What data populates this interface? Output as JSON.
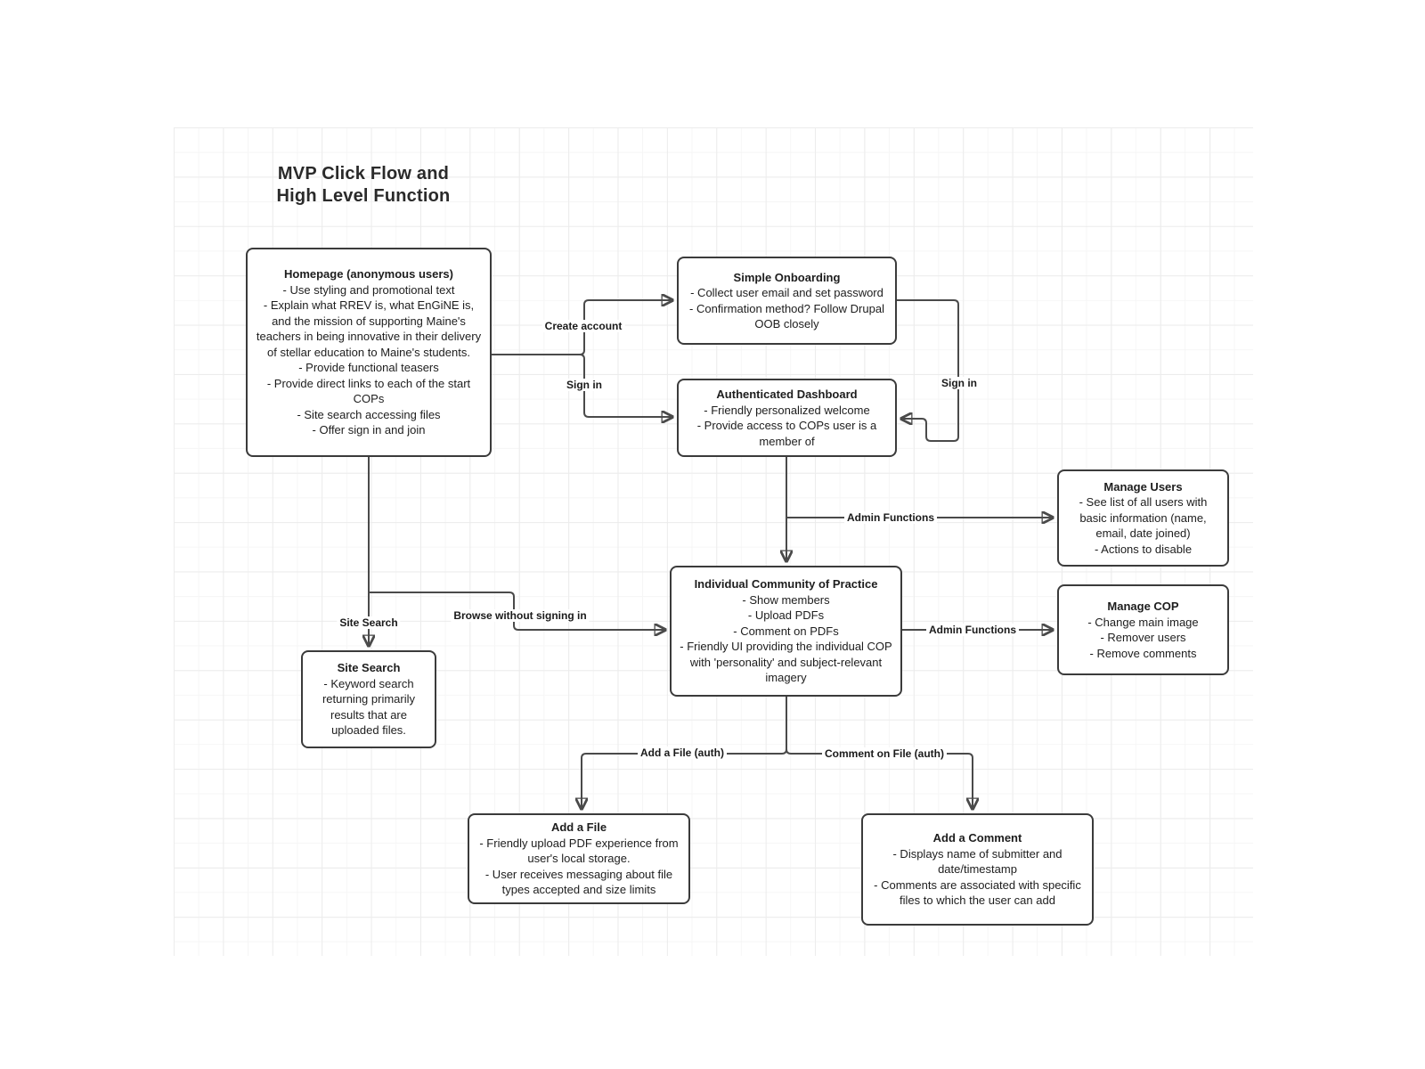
{
  "title": {
    "line1": "MVP Click Flow and",
    "line2": "High Level Function"
  },
  "boxes": {
    "homepage": {
      "title": "Homepage (anonymous users)",
      "items": [
        "- Use styling and promotional text",
        "- Explain what RREV is, what EnGiNE is, and the mission of supporting Maine's teachers in being innovative in their delivery of stellar education to Maine's students.",
        "- Provide functional teasers",
        "- Provide direct links to each of the start COPs",
        "- Site search accessing files",
        "- Offer sign in and join"
      ]
    },
    "onboarding": {
      "title": "Simple Onboarding",
      "items": [
        "- Collect user email and set password",
        "- Confirmation method? Follow Drupal OOB closely"
      ]
    },
    "dashboard": {
      "title": "Authenticated Dashboard",
      "items": [
        "- Friendly personalized welcome",
        "- Provide access to COPs user is a member of"
      ]
    },
    "manage_users": {
      "title": "Manage Users",
      "items": [
        "- See list of all users with basic information (name, email, date joined)",
        "- Actions to disable"
      ]
    },
    "cop": {
      "title": "Individual Community of Practice",
      "items": [
        "- Show members",
        "- Upload PDFs",
        "- Comment on PDFs",
        "- Friendly UI providing the individual COP with 'personality' and subject-relevant imagery"
      ]
    },
    "manage_cop": {
      "title": "Manage COP",
      "items": [
        "- Change main image",
        "- Remover users",
        "- Remove comments"
      ]
    },
    "site_search": {
      "title": "Site Search",
      "items": [
        "- Keyword search returning primarily results that are uploaded files."
      ]
    },
    "add_file": {
      "title": "Add a File",
      "items": [
        "- Friendly upload PDF experience from user's local storage.",
        "- User receives messaging about file types accepted and size limits"
      ]
    },
    "add_comment": {
      "title": "Add a Comment",
      "items": [
        "- Displays name of submitter and date/timestamp",
        "- Comments are associated with specific files to which the user can add"
      ]
    }
  },
  "edge_labels": {
    "create_account": "Create account",
    "sign_in_left": "Sign in",
    "sign_in_right": "Sign in",
    "admin_functions_upper": "Admin Functions",
    "admin_functions_lower": "Admin Functions",
    "site_search": "Site Search",
    "browse": "Browse without signing in",
    "add_file_auth": "Add a File (auth)",
    "comment_on_file_auth": "Comment on File (auth)"
  },
  "colors": {
    "box_border": "#3b3b3b",
    "connector": "#4a4a4a",
    "text": "#1d1d1d",
    "grid_minor": "#f6f6f6",
    "grid_major": "#ececec",
    "bg": "#ffffff"
  }
}
